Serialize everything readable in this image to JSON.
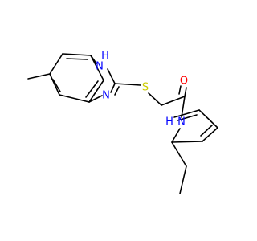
{
  "molecule": {
    "colors": {
      "bond": "#000000",
      "nitrogen": "#0000ff",
      "oxygen": "#ff0000",
      "sulfur": "#cccc00"
    },
    "atoms": {
      "nh_imidazole": "H",
      "n_imidazole_h": "N",
      "n_imidazole": "N",
      "sulfur": "S",
      "oxygen": "O",
      "n_amide": "N",
      "h_amide": "H"
    }
  }
}
